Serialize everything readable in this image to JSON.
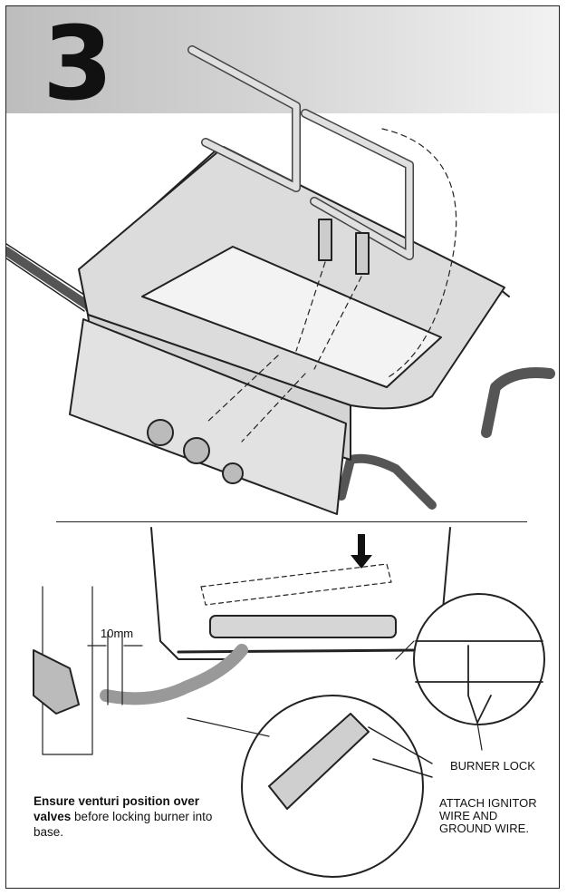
{
  "step": {
    "number": "3"
  },
  "labels": {
    "dimension": "10mm",
    "burner_lock": "BURNER LOCK",
    "attach": "ATTACH IGNITOR WIRE AND GROUND WIRE."
  },
  "note": {
    "bold": "Ensure venturi position over valves",
    "rest": " before locking burner into base."
  }
}
